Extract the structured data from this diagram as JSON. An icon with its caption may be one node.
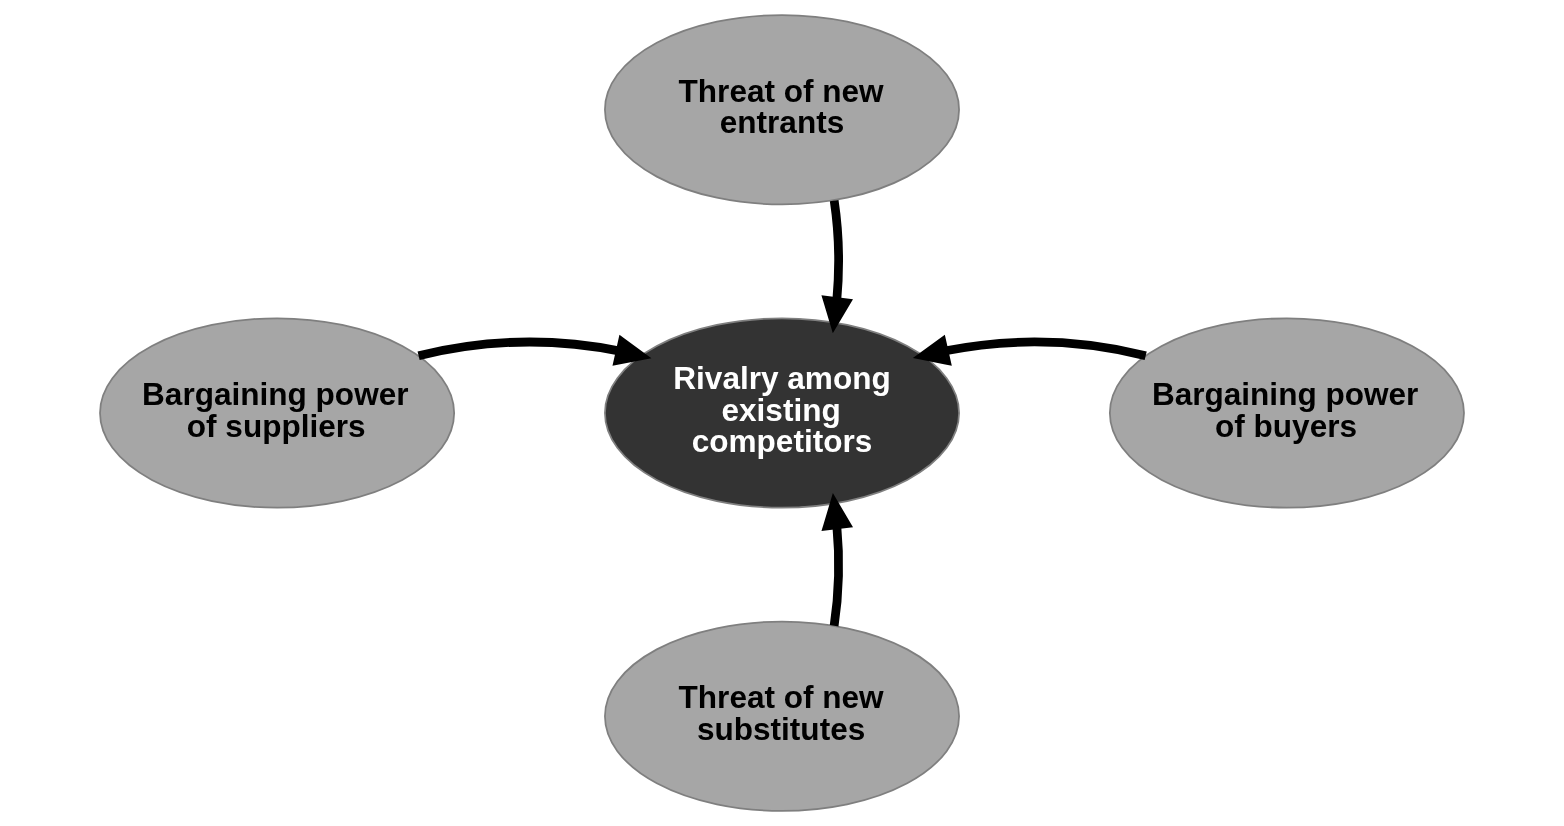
{
  "diagram": {
    "nodes": [
      {
        "text": [
          "Threat of new entrants"
        ]
      },
      {
        "text": [
          "Bargaining power of suppliers"
        ]
      },
      {
        "text": [
          "Rivalry among existing competitors"
        ]
      },
      {
        "text": [
          "Bargaining power of buyers"
        ]
      },
      {
        "text": [
          "Threat of new substitutes"
        ]
      }
    ],
    "edges": [
      {
        "from": 0,
        "to": 2,
        "arrow": "to"
      },
      {
        "from": 1,
        "to": 2,
        "arrow": "to"
      },
      {
        "from": 3,
        "to": 2,
        "arrow": "to"
      },
      {
        "from": 4,
        "to": 2,
        "arrow": "to"
      }
    ]
  }
}
